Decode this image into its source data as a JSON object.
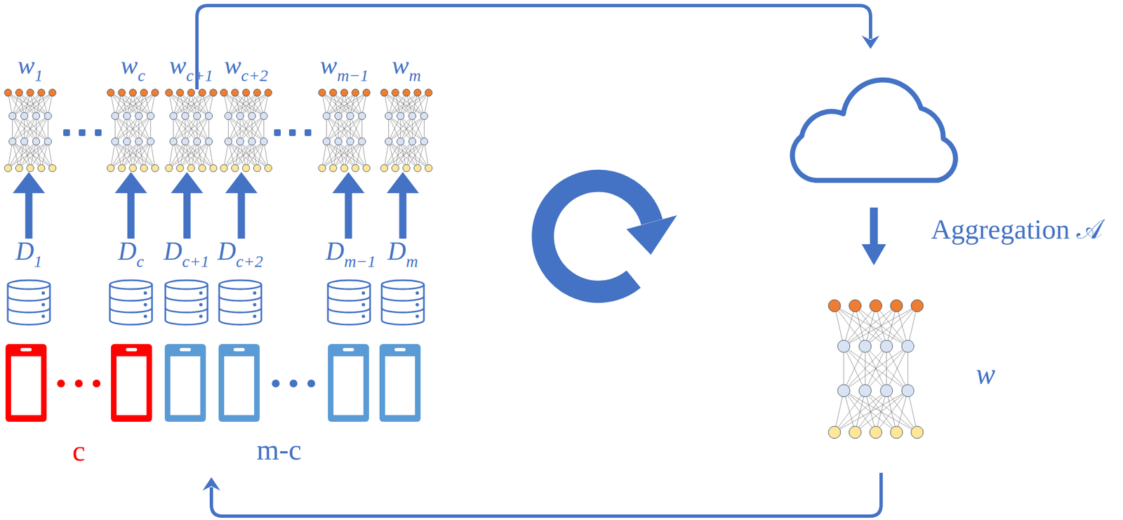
{
  "diagram": {
    "nodes": [
      {
        "text": [
          "w1"
        ]
      },
      {
        "text": [
          "wc"
        ]
      },
      {
        "text": [
          "wc+1"
        ]
      },
      {
        "text": [
          "wc+2"
        ]
      },
      {
        "text": [
          "wm−1"
        ]
      },
      {
        "text": [
          "wm"
        ]
      },
      {
        "text": [
          "D1"
        ]
      },
      {
        "text": [
          "Dc"
        ]
      },
      {
        "text": [
          "Dc+1"
        ]
      },
      {
        "text": [
          "Dc+2"
        ]
      },
      {
        "text": [
          "Dm−1"
        ]
      },
      {
        "text": [
          "Dm"
        ]
      },
      {
        "text": [
          "w"
        ]
      }
    ],
    "edges": [
      {
        "from": 6,
        "to": 0,
        "arrow": "to"
      },
      {
        "from": 7,
        "to": 1,
        "arrow": "to"
      },
      {
        "from": 8,
        "to": 2,
        "arrow": "to"
      },
      {
        "from": 9,
        "to": 3,
        "arrow": "to"
      },
      {
        "from": 10,
        "to": 4,
        "arrow": "to"
      },
      {
        "from": 11,
        "to": 5,
        "arrow": "to"
      }
    ],
    "labels": [
      "c",
      "m-c",
      "Aggregation 𝒜"
    ]
  }
}
